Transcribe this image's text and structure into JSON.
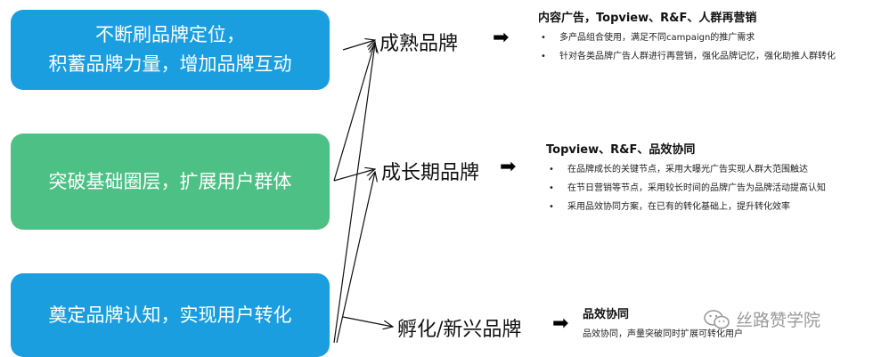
{
  "boxes": [
    {
      "line1": "不断刷品牌定位，",
      "line2": "积蓄品牌力量，增加品牌互动",
      "color": "#1a9ee0"
    },
    {
      "line1": "突破基础圈层，扩展用户群体",
      "color": "#4cc085"
    },
    {
      "line1": "奠定品牌认知，实现用户转化",
      "color": "#1a9ee0"
    }
  ],
  "stages": [
    {
      "label": "成熟品牌"
    },
    {
      "label": "成长期品牌"
    },
    {
      "label": "孵化/新兴品牌"
    }
  ],
  "details": [
    {
      "heading": "内容广告，Topview、R&F、人群再营销",
      "bullets": [
        "多产品组合使用，满足不同campaign的推广需求",
        "针对各类品牌广告人群进行再营销，强化品牌记忆，强化助推人群转化"
      ]
    },
    {
      "heading": "Topview、R&F、品效协同",
      "bullets": [
        "在品牌成长的关键节点，采用大曝光广告实现人群大范围触达",
        "在节日营销等节点，采用较长时间的品牌广告为品牌活动提高认知",
        "采用品效协同方案，在已有的转化基础上，提升转化效率"
      ]
    },
    {
      "heading": "品效协同",
      "text": "品效协同，声量突破同时扩展可转化用户"
    }
  ],
  "watermark": {
    "text": "丝路赞学院",
    "icon": "wechat-icon"
  },
  "arrow_glyph": "➡"
}
